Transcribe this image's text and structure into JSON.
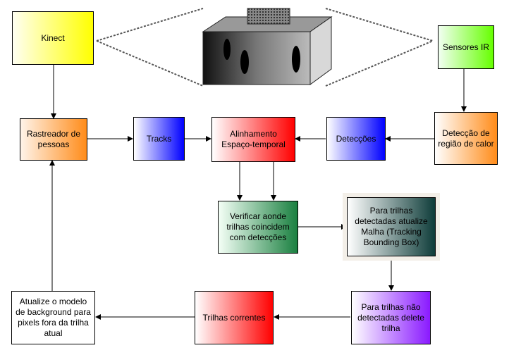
{
  "nodes": {
    "kinect": {
      "label": "Kinect",
      "color": "#ffff00"
    },
    "sensores_ir": {
      "label": "Sensores IR",
      "color": "#66ff00"
    },
    "rastreador": {
      "label": "Rastreador de pessoas",
      "color": "#ff8c1a"
    },
    "tracks": {
      "label": "Tracks",
      "color": "#0000ff"
    },
    "alinhamento": {
      "label": "Alinhamento Espaço-temporal",
      "color": "#ff0000"
    },
    "deteccoes": {
      "label": "Detecções",
      "color": "#0000ff"
    },
    "deteccao_calor": {
      "label": "Detecção de região de calor",
      "color": "#ff8c1a"
    },
    "verificar": {
      "label": "Verificar aonde trilhas coincidem com detecções",
      "color": "#1a8040"
    },
    "atualize_malha": {
      "label": "Para trilhas detectadas atualize Malha (Tracking Bounding Box)",
      "color": "#0f3d3a"
    },
    "delete_trilha": {
      "label": "Para trilhas não detectadas delete trilha",
      "color": "#8a1aff"
    },
    "trilhas_correntes": {
      "label": "Trilhas correntes",
      "color": "#ff0000"
    },
    "atualize_modelo": {
      "label": "Atualize o modelo de background para pixels fora da trilha atual",
      "color": "#ffffff"
    }
  },
  "device_image": {
    "icon": "kinect-device-icon"
  }
}
